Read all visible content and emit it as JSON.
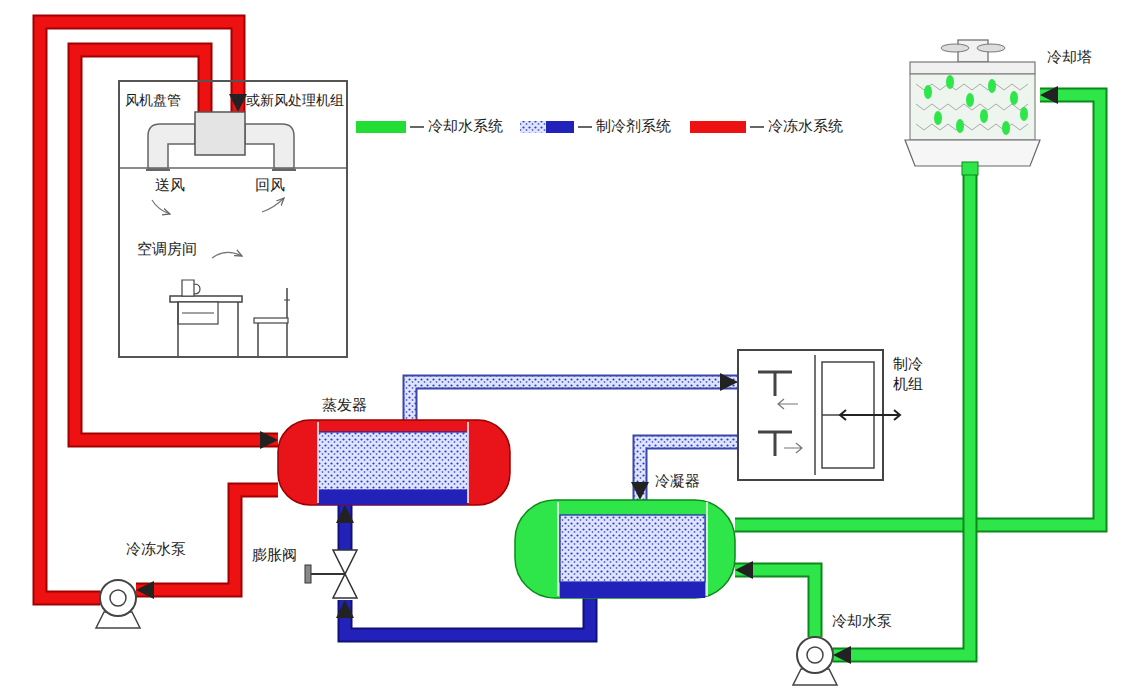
{
  "diagram": {
    "nodes": [
      {
        "text": [
          "空调房间"
        ]
      },
      {
        "text": [
          "风机盘管",
          "或新风处理机组"
        ],
        "in": 0
      },
      {
        "text": [
          "冷却塔"
        ]
      },
      {
        "text": [
          "蒸发器"
        ]
      },
      {
        "text": [
          "制冷 机组"
        ]
      },
      {
        "text": [
          "冷凝器"
        ]
      },
      {
        "text": [
          "冷冻水泵"
        ]
      },
      {
        "text": [
          "膨胀阀"
        ]
      },
      {
        "text": [
          "冷却水泵"
        ]
      }
    ],
    "edges": [
      {
        "from": 6,
        "to": 1,
        "arrow": "to"
      },
      {
        "from": 1,
        "to": 3,
        "arrow": "to"
      },
      {
        "from": 3,
        "to": 6,
        "arrow": "to"
      },
      {
        "from": 3,
        "to": 4,
        "arrow": "to"
      },
      {
        "from": 4,
        "to": 5,
        "arrow": "to"
      },
      {
        "from": 5,
        "to": 7,
        "arrow": "to"
      },
      {
        "from": 7,
        "to": 3,
        "arrow": "to"
      },
      {
        "from": 5,
        "to": 2,
        "arrow": "to"
      },
      {
        "from": 2,
        "to": 8,
        "arrow": "to"
      },
      {
        "from": 8,
        "to": 5,
        "arrow": "to"
      }
    ],
    "labels": [
      "送风",
      "回风"
    ],
    "legend": [
      {
        "text": "冷却水系统",
        "color": "#22dd33"
      },
      {
        "text": "制冷剂系统",
        "color": "#2222bb"
      },
      {
        "text": "冷冻水系统",
        "color": "#ee1111"
      }
    ]
  }
}
